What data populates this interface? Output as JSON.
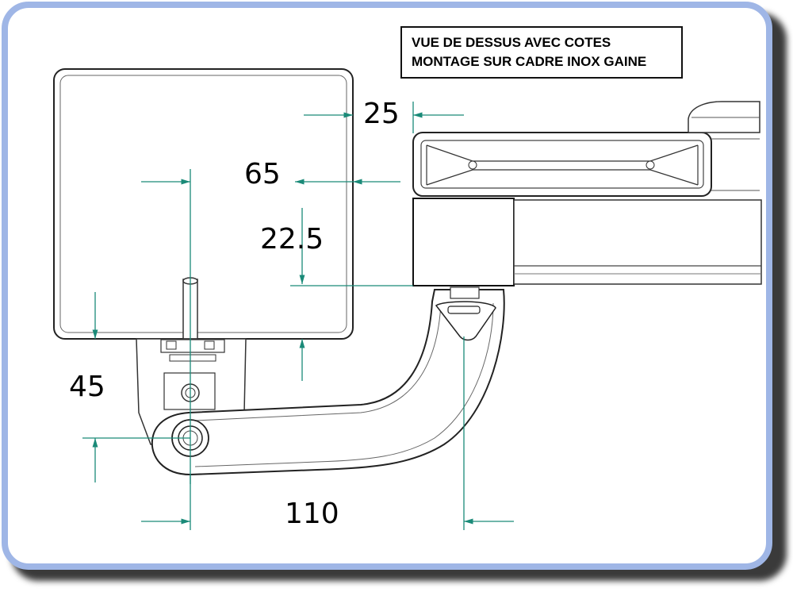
{
  "title": {
    "line1": "VUE DE DESSUS AVEC COTES",
    "line2": "MONTAGE SUR CADRE INOX GAINE"
  },
  "dimensions": {
    "d25": "25",
    "d65": "65",
    "d22_5": "22.5",
    "d45": "45",
    "d110": "110"
  },
  "colors": {
    "frame": "#9fb6e6",
    "dimension": "#1a8a78",
    "outline": "#2a2a2a"
  }
}
